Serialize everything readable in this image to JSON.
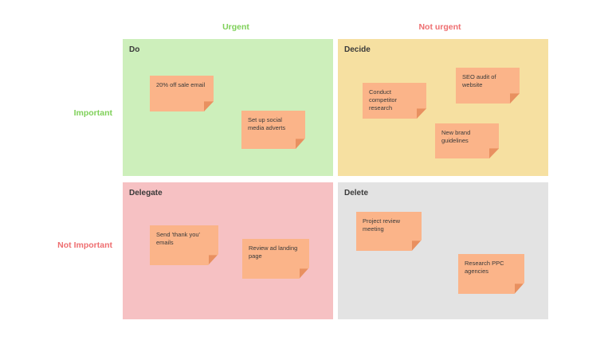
{
  "axes": {
    "urgent": "Urgent",
    "not_urgent": "Not urgent",
    "important": "Important",
    "not_important": "Not Important"
  },
  "quadrants": {
    "do": {
      "title": "Do",
      "notes": [
        "20% off sale email",
        "Set up social media adverts"
      ]
    },
    "decide": {
      "title": "Decide",
      "notes": [
        "Conduct competitor research",
        "SEO audit of website",
        "New brand guidelines"
      ]
    },
    "delegate": {
      "title": "Delegate",
      "notes": [
        "Send 'thank you' emails",
        "Review ad landing page"
      ]
    },
    "delete": {
      "title": "Delete",
      "notes": [
        "Project review meeting",
        "Research PPC agencies"
      ]
    }
  },
  "colors": {
    "urgent_label": "#7ed058",
    "not_urgent_label": "#ee6e70",
    "do_bg": "#cdefbb",
    "decide_bg": "#f6e0a1",
    "delegate_bg": "#f6c1c3",
    "delete_bg": "#e3e3e3",
    "sticky_note": "#fbb489"
  }
}
